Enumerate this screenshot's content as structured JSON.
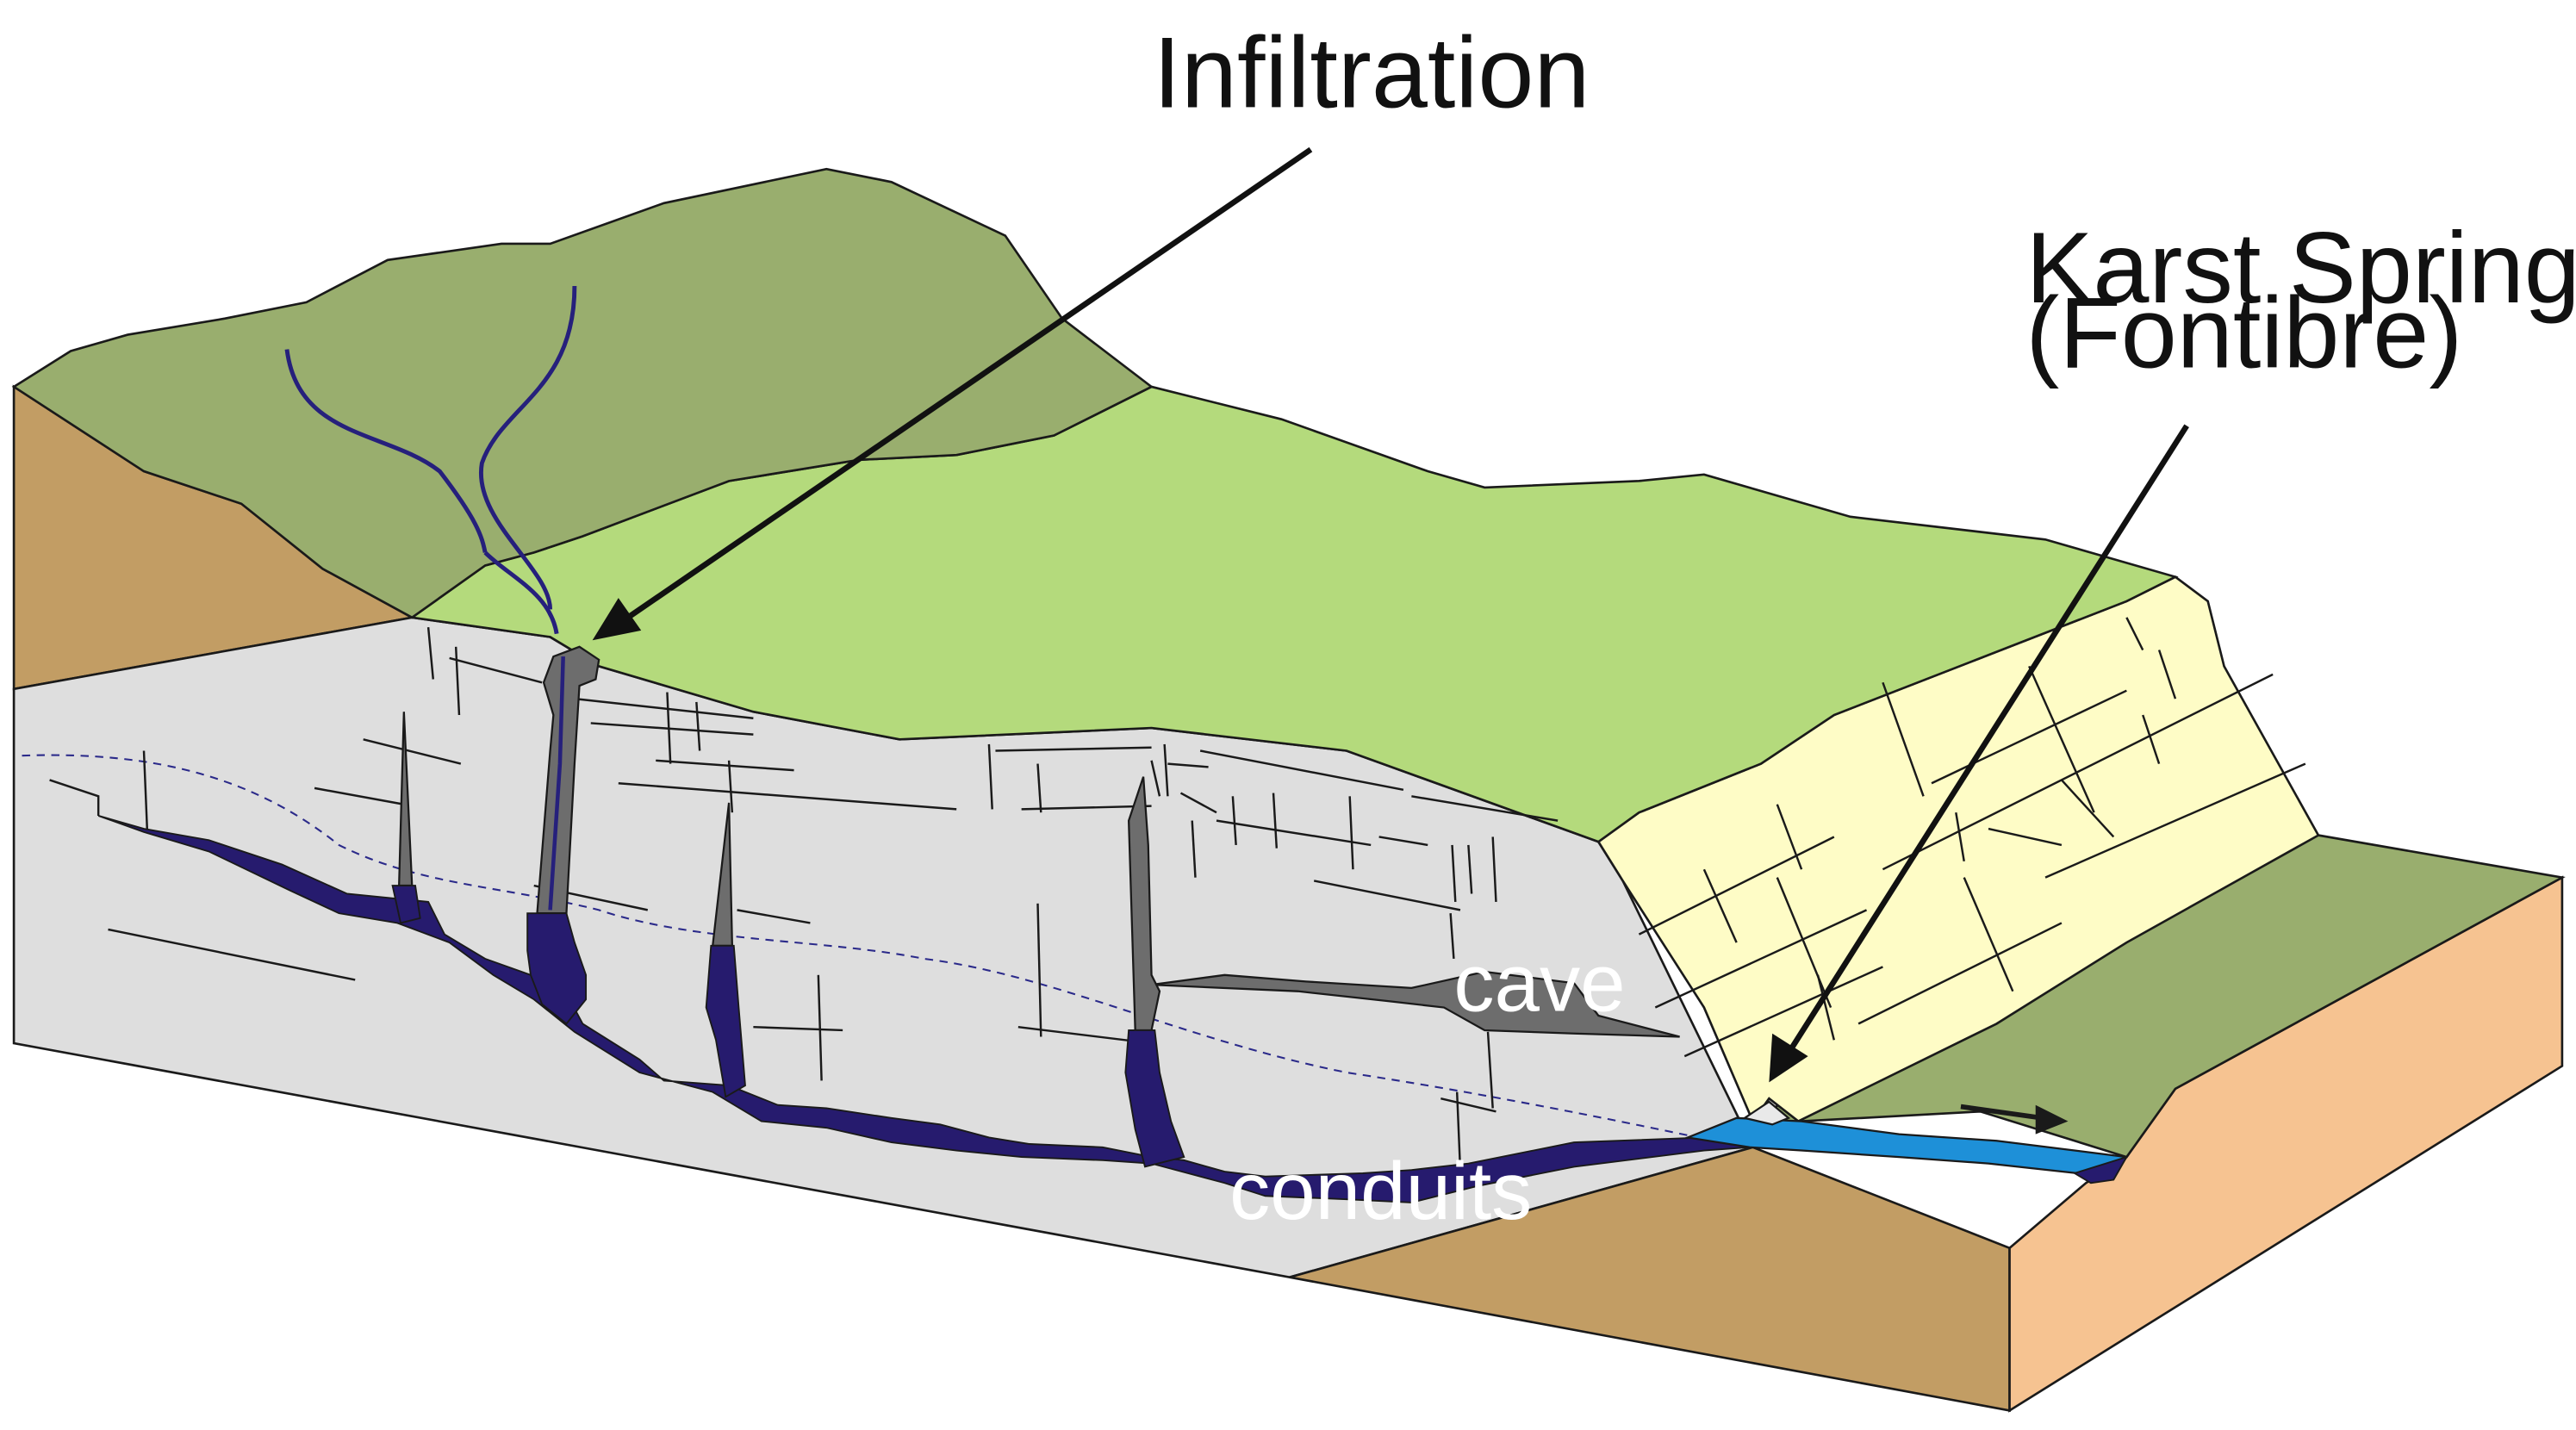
{
  "labels": {
    "infiltration": "Infiltration",
    "karst_spring_line1": "Karst Spring",
    "karst_spring_line2": "(Fontibre)",
    "cave": "cave",
    "conduits": "conduits"
  },
  "colors": {
    "upland_grass": "#99ae6e",
    "plateau_grass": "#b4da7c",
    "valley_grass": "#99ae6e",
    "limestone": "#dedede",
    "cliff_face": "#fefcc6",
    "soil_left": "#c29d64",
    "soil_bottom": "#c29d64",
    "soil_right": "#f6c391",
    "conduit": "#261b6e",
    "cave": "#6d6d6d",
    "stream": "#1e90d8",
    "outline": "#1a1a1a"
  }
}
